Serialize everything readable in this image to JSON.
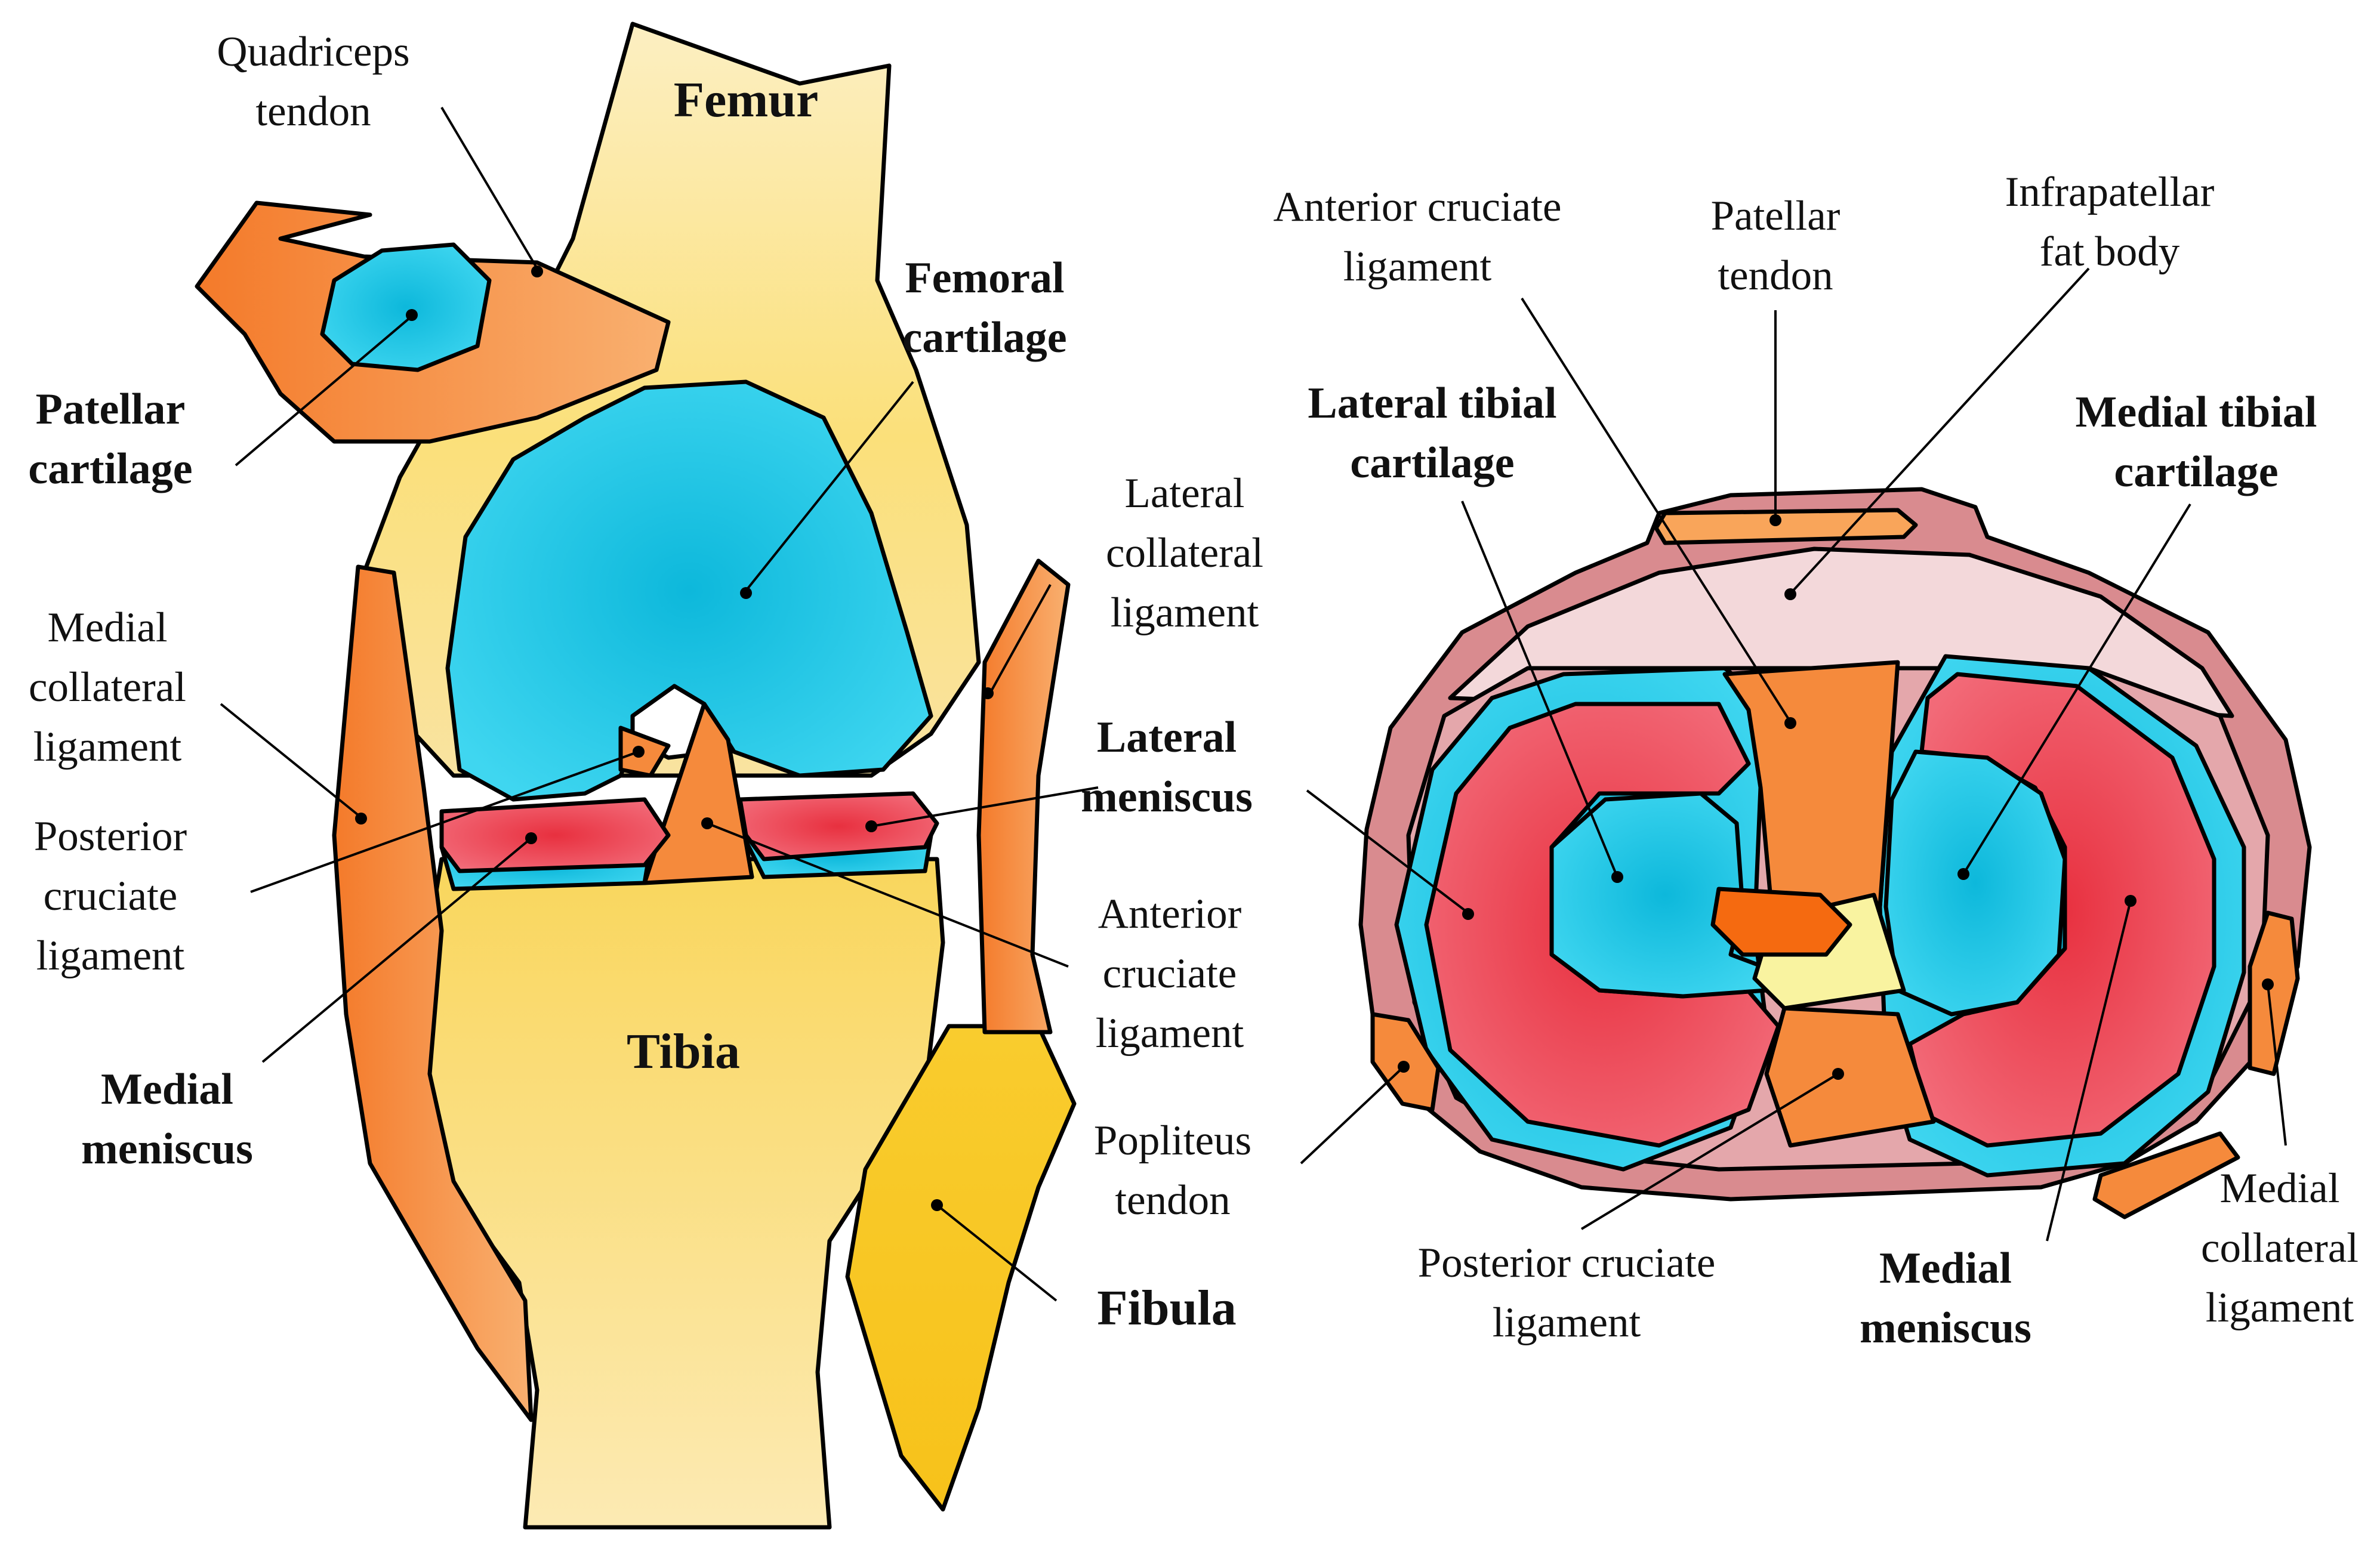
{
  "left_view": {
    "quadriceps_tendon": [
      "Quadriceps",
      "tendon"
    ],
    "femur": "Femur",
    "patellar_cartilage": [
      "Patellar",
      "cartilage"
    ],
    "femoral_cartilage": [
      "Femoral",
      "cartilage"
    ],
    "lateral_collateral_ligament": [
      "Lateral",
      "collateral",
      "ligament"
    ],
    "medial_collateral_ligament": [
      "Medial",
      "collateral",
      "ligament"
    ],
    "lateral_meniscus": [
      "Lateral",
      "meniscus"
    ],
    "posterior_cruciate_ligament": [
      "Posterior",
      "cruciate",
      "ligament"
    ],
    "anterior_cruciate_ligament": [
      "Anterior",
      "cruciate",
      "ligament"
    ],
    "tibia": "Tibia",
    "medial_meniscus": [
      "Medial",
      "meniscus"
    ],
    "popliteus_tendon": [
      "Popliteus",
      "tendon"
    ],
    "fibula": "Fibula"
  },
  "right_view": {
    "anterior_cruciate_ligament": [
      "Anterior cruciate",
      "ligament"
    ],
    "patellar_tendon": [
      "Patellar",
      "tendon"
    ],
    "infrapatellar_fat_body": [
      "Infrapatellar",
      "fat body"
    ],
    "lateral_tibial_cartilage": [
      "Lateral tibial",
      "cartilage"
    ],
    "medial_tibial_cartilage": [
      "Medial tibial",
      "cartilage"
    ],
    "posterior_cruciate_ligament": [
      "Posterior cruciate",
      "ligament"
    ],
    "medial_meniscus": [
      "Medial",
      "meniscus"
    ],
    "medial_collateral_ligament": [
      "Medial",
      "collateral",
      "ligament"
    ]
  },
  "colors": {
    "bone": "#FBE07A",
    "cartilage": "#19C6E6",
    "meniscus": "#EA4A5E",
    "ligament": "#F58A3C",
    "fibula": "#F7C52A",
    "capsule": "#D98B8F",
    "fat_body": "#F3D8DA"
  }
}
